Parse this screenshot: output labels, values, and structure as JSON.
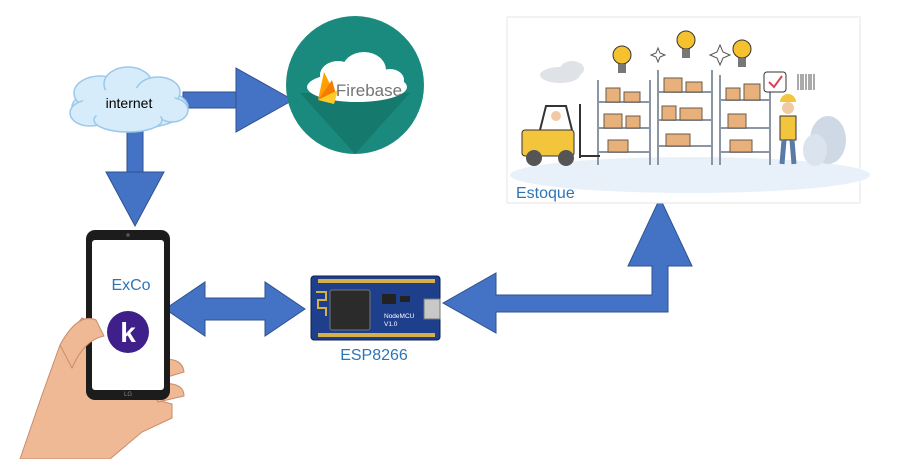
{
  "nodes": {
    "internet": {
      "label": "internet"
    },
    "firebase": {
      "label": "Firebase"
    },
    "warehouse": {
      "label": "Estoque"
    },
    "phone": {
      "app_label": "ExCo",
      "app_icon_letter": "k",
      "brand": "LG"
    },
    "board": {
      "label": "ESP8266",
      "silk_line1": "NodeMCU",
      "silk_line2": "V1.0"
    }
  },
  "colors": {
    "arrow": "#4472c4",
    "firebase_bg": "#1b8a7e",
    "label_blue": "#2e75b6",
    "app_purple": "#3f1f8a",
    "board_blue": "#1d3f8c"
  }
}
